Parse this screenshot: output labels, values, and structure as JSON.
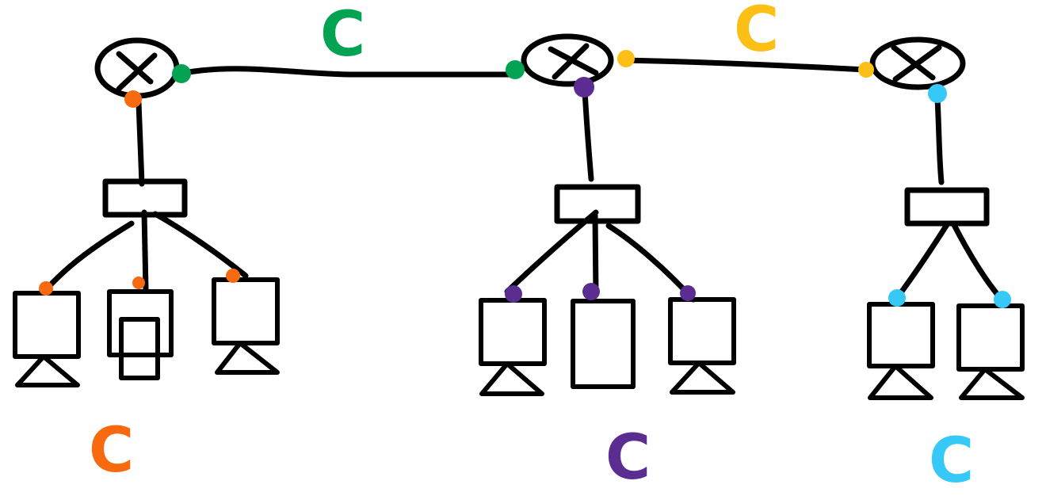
{
  "diagram": {
    "title": "",
    "colors": {
      "ink": "#000000",
      "green": "#03A353",
      "yellow": "#FBBF15",
      "orange": "#F76A10",
      "purple": "#5B2D91",
      "cyan": "#36C9F8"
    },
    "switches": [
      {
        "id": "switch-1",
        "icon": "switch-x-circle",
        "label": "X"
      },
      {
        "id": "switch-2",
        "icon": "switch-x-circle",
        "label": "X"
      },
      {
        "id": "switch-3",
        "icon": "switch-x-circle",
        "label": "X"
      }
    ],
    "links": [
      {
        "from": "switch-1",
        "to": "switch-2",
        "color": "green",
        "label": "C"
      },
      {
        "from": "switch-2",
        "to": "switch-3",
        "color": "yellow",
        "label": "C"
      }
    ],
    "groups": [
      {
        "switch": "switch-1",
        "hub": "hub-1",
        "color": "orange",
        "label": "C",
        "devices": [
          {
            "id": "device-1a",
            "type": "monitor"
          },
          {
            "id": "device-1b",
            "type": "tower-box"
          },
          {
            "id": "device-1c",
            "type": "monitor"
          }
        ]
      },
      {
        "switch": "switch-2",
        "hub": "hub-2",
        "color": "purple",
        "label": "C",
        "devices": [
          {
            "id": "device-2a",
            "type": "monitor"
          },
          {
            "id": "device-2b",
            "type": "tower"
          },
          {
            "id": "device-2c",
            "type": "monitor"
          }
        ]
      },
      {
        "switch": "switch-3",
        "hub": "hub-3",
        "color": "cyan",
        "label": "C",
        "devices": [
          {
            "id": "device-3a",
            "type": "monitor"
          },
          {
            "id": "device-3b",
            "type": "monitor"
          }
        ]
      }
    ]
  }
}
